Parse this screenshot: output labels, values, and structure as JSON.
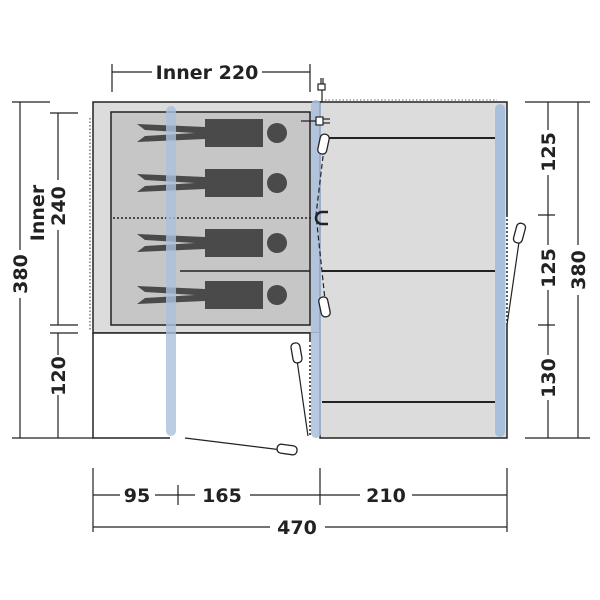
{
  "dimensions": {
    "top_inner": "Inner 220",
    "bottom": [
      "95",
      "165",
      "210"
    ],
    "bottom_total": "470",
    "left_total": "380",
    "left_inner_word": "Inner",
    "left_inner_value": "240",
    "left_porch": "120",
    "right": [
      "125",
      "125",
      "130"
    ],
    "right_total": "380"
  },
  "colors": {
    "inner_room": "#c6c6c6",
    "living_area": "#dcdcdc",
    "pole": "#a9c0dc",
    "silhouette": "#4a4a4a",
    "outline": "#222222"
  },
  "icons": [
    "power-plug-icon",
    "electric-hookup-icon",
    "peg-tab-icon",
    "magnet-icon"
  ]
}
